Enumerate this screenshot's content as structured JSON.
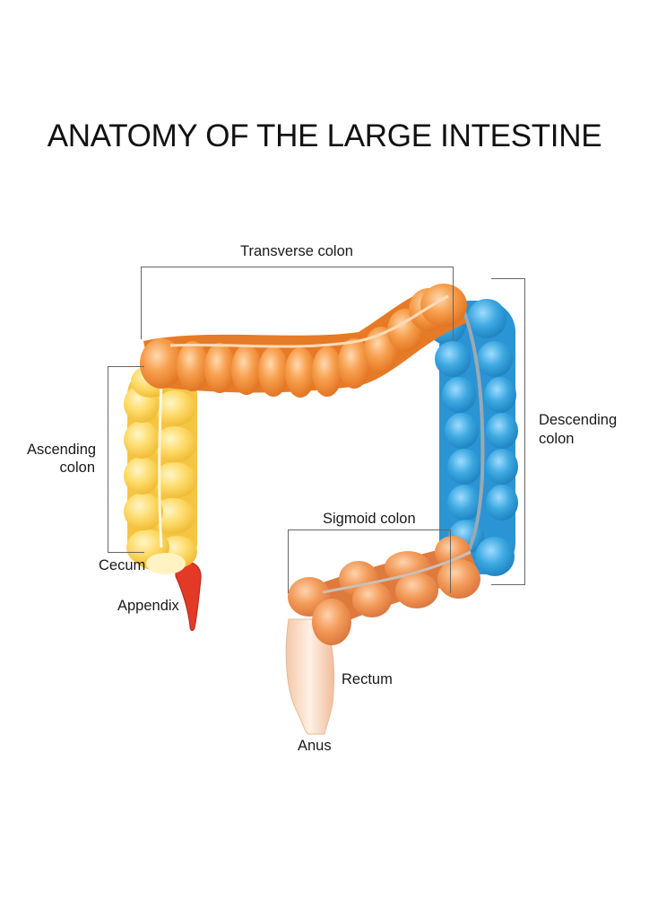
{
  "title": "ANATOMY OF THE LARGE INTESTINE",
  "labels": {
    "transverse": "Transverse colon",
    "ascending_1": "Ascending",
    "ascending_2": "colon",
    "descending_1": "Descending",
    "descending_2": "colon",
    "sigmoid": "Sigmoid colon",
    "cecum": "Cecum",
    "appendix": "Appendix",
    "rectum": "Rectum",
    "anus": "Anus"
  },
  "colors": {
    "transverse": "#f5923a",
    "ascending": "#fcd55a",
    "descending": "#3aa6de",
    "sigmoid": "#ef9a55",
    "rectum": "#f9e0cc",
    "appendix": "#e03a2a",
    "bracket": "#666666"
  }
}
